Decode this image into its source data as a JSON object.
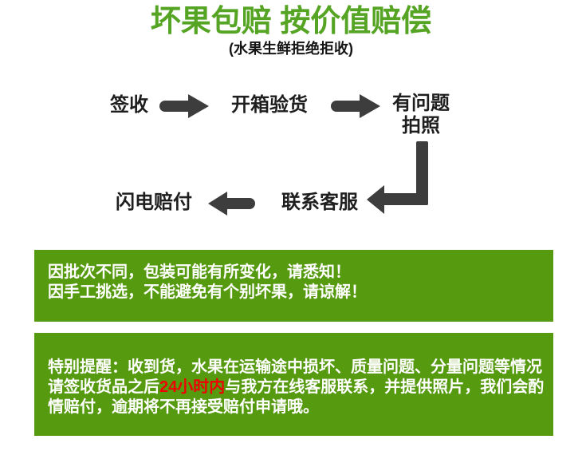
{
  "header": {
    "title": "坏果包赔 按价值赔偿",
    "subtitle": "(水果生鲜拒绝拒收)",
    "title_color": "#55a423",
    "subtitle_color": "#151515"
  },
  "flow": {
    "arrow_color": "#3d3d3d",
    "label_color": "#1e1e1e",
    "icons": [
      {
        "name": "arrow-right-icon",
        "shape": "thick right arrow"
      },
      {
        "name": "arrow-right-icon",
        "shape": "thick right arrow"
      },
      {
        "name": "corner-down-left-arrow-icon",
        "shape": "L-shaped arrow going down then left"
      },
      {
        "name": "arrow-left-icon",
        "shape": "thick left arrow"
      }
    ],
    "steps": [
      {
        "id": "sign",
        "label": "签收"
      },
      {
        "id": "inspect",
        "label": "开箱验货"
      },
      {
        "id": "photo",
        "label_line1": "有问题",
        "label_line2": "拍照"
      },
      {
        "id": "contact",
        "label": "联系客服"
      },
      {
        "id": "compensate",
        "label": "闪电赔付"
      }
    ]
  },
  "notice_box": {
    "background": "#569a10",
    "text_color": "#ffffff",
    "line1": "因批次不同，包装可能有所变化，请悉知！",
    "line2": "因手工挑选，不能避免有个别坏果，请谅解！"
  },
  "reminder_box": {
    "background": "#569a10",
    "text_color": "#ffffff",
    "highlight_color": "#ee0202",
    "line1": "特别提醒：收到货，水果在运输途中损坏、质量问题、分量问题等情况",
    "line2_before": "请签收货品之后",
    "line2_highlight": "24小时内",
    "line2_after": "与我方在线客服联系，并提供照片，我们会酌",
    "line3": "情赔付，逾期将不再接受赔付申请哦。"
  }
}
